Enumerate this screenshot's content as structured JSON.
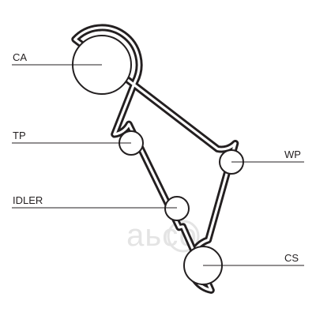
{
  "watermark": {
    "text": "аьсо"
  },
  "components": [
    {
      "id": "ca",
      "label": "CA"
    },
    {
      "id": "tp",
      "label": "TP"
    },
    {
      "id": "idler",
      "label": "IDLER"
    },
    {
      "id": "wp",
      "label": "WP"
    },
    {
      "id": "cs",
      "label": "CS"
    }
  ],
  "colors": {
    "belt": "#231f20",
    "label": "#231f20",
    "watermark": "#e4e4e4"
  }
}
